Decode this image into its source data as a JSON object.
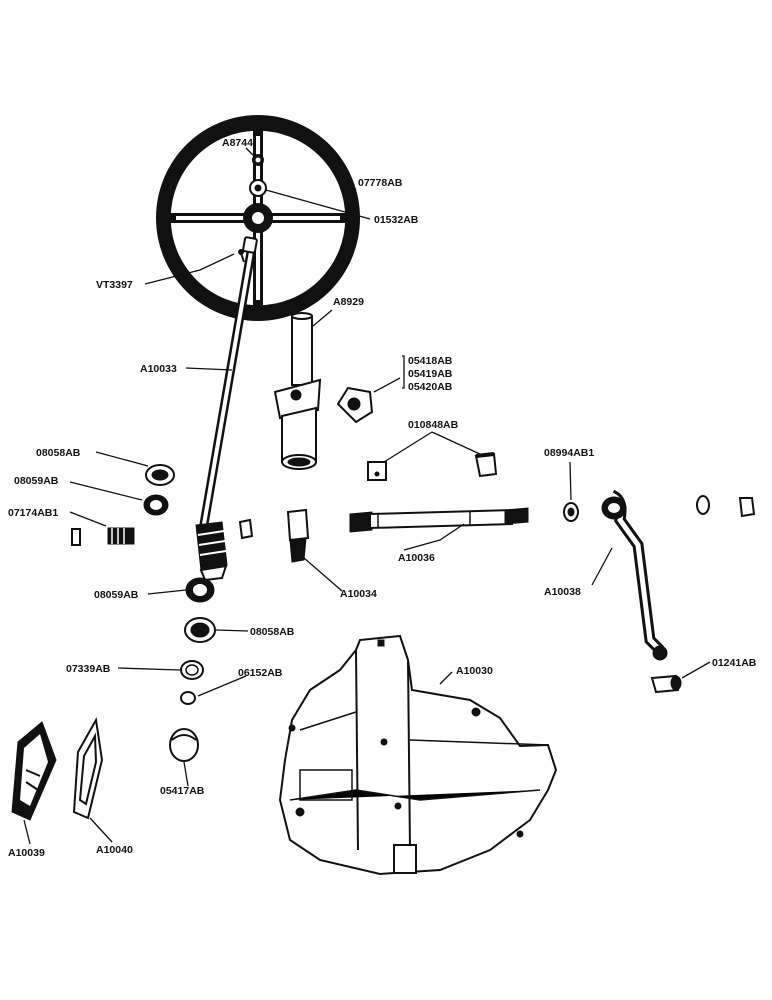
{
  "parts": {
    "A8744": "A8744",
    "07778AB": "07778AB",
    "01532AB": "01532AB",
    "VT3397": "VT3397",
    "A8929": "A8929",
    "A10033": "A10033",
    "05418AB": "05418AB",
    "05419AB": "05419AB",
    "05420AB": "05420AB",
    "010848AB": "010848AB",
    "08994AB1": "08994AB1",
    "08058AB_upper": "08058AB",
    "08059AB_upper": "08059AB",
    "07174AB1": "07174AB1",
    "A10036": "A10036",
    "A10034": "A10034",
    "A10038": "A10038",
    "08059AB_lower": "08059AB",
    "08058AB_lower": "08058AB",
    "07339AB": "07339AB",
    "06152AB": "06152AB",
    "A10030": "A10030",
    "01241AB": "01241AB",
    "05417AB": "05417AB",
    "A10039": "A10039",
    "A10040": "A10040"
  },
  "colors": {
    "ink": "#111111",
    "paper": "#ffffff"
  }
}
